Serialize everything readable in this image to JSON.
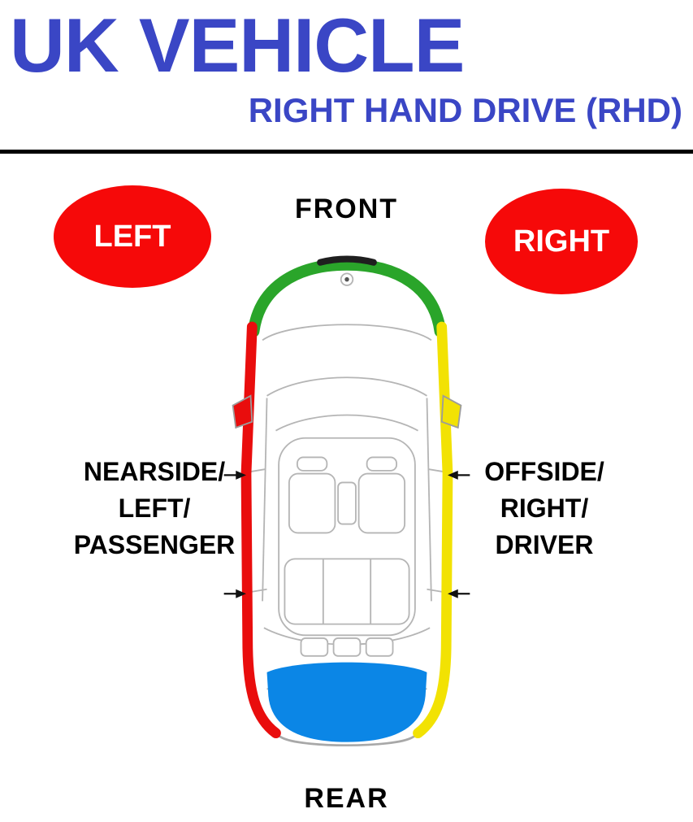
{
  "header": {
    "title": "UK VEHICLE",
    "subtitle": "RIGHT HAND DRIVE (RHD)"
  },
  "badges": {
    "left": "LEFT",
    "right": "RIGHT"
  },
  "car": {
    "front_label": "FRONT",
    "rear_label": "REAR",
    "left_label_lines": [
      "NEARSIDE/",
      "LEFT/",
      "PASSENGER"
    ],
    "right_label_lines": [
      "OFFSIDE/",
      "RIGHT/",
      "DRIVER"
    ]
  },
  "colors": {
    "title_blue": "#3a46c5",
    "badge_red": "#f60909",
    "front_green": "#2aa52a",
    "left_red": "#e90d0d",
    "right_yellow": "#f2e203",
    "rear_blue": "#0b86e6"
  }
}
